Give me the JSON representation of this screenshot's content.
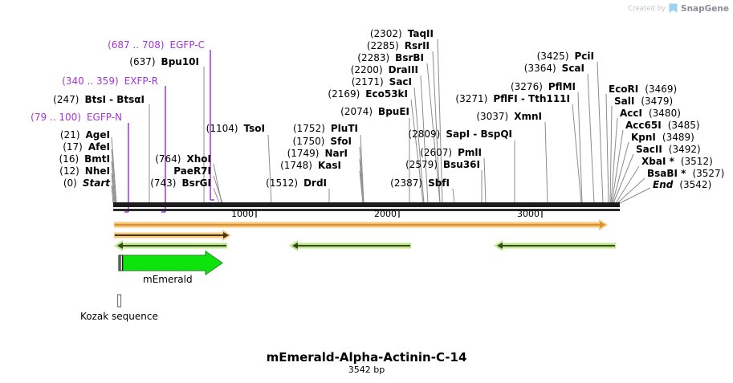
{
  "watermark": {
    "created_by": "Created by",
    "brand": "SnapGene"
  },
  "map": {
    "title": "mEmerald-Alpha-Actinin-C-14",
    "length_label": "3542 bp",
    "ruler_ticks": [
      "1000",
      "2000",
      "3000"
    ],
    "features": {
      "cds": "mEmerald",
      "kozak": "Kozak sequence"
    }
  },
  "colors": {
    "primer_purple": "#A335DB",
    "callout_gray": "#8c8c8c",
    "arrow_orange_light": "#F6C87E",
    "arrow_orange_core": "#DE8F2F",
    "arrow_brown_core": "#45351a",
    "arrow_green_light": "#BFE98C",
    "arrow_green_core": "#394a1f",
    "cds_green": "#0CE40C"
  },
  "sites": [
    {
      "pos": "(687 .. 708)",
      "name": "EGFP-C"
    },
    {
      "pos": "(637)",
      "name": "Bpu10I"
    },
    {
      "pos": "(340 .. 359)",
      "name": "EXFP-R"
    },
    {
      "pos": "(247)",
      "name": "BtsI - BtsαI"
    },
    {
      "pos": "(79 .. 100)",
      "name": "EGFP-N"
    },
    {
      "pos": "(21)",
      "name": "AgeI"
    },
    {
      "pos": "(17)",
      "name": "AfeI"
    },
    {
      "pos": "(16)",
      "name": "BmtI"
    },
    {
      "pos": "(12)",
      "name": "NheI"
    },
    {
      "pos": "(0)",
      "name": "Start"
    },
    {
      "pos": "(1104)",
      "name": "TsoI"
    },
    {
      "pos": "(764)",
      "name": "XhoI"
    },
    {
      "pos": "",
      "name": "PaeR7I"
    },
    {
      "pos": "(743)",
      "name": "BsrGI"
    },
    {
      "pos": "(1752)",
      "name": "PluTI"
    },
    {
      "pos": "(1750)",
      "name": "SfoI"
    },
    {
      "pos": "(1749)",
      "name": "NarI"
    },
    {
      "pos": "(1748)",
      "name": "KasI"
    },
    {
      "pos": "(1512)",
      "name": "DrdI"
    },
    {
      "pos": "(2302)",
      "name": "TaqII"
    },
    {
      "pos": "(2285)",
      "name": "RsrII"
    },
    {
      "pos": "(2283)",
      "name": "BsrBI"
    },
    {
      "pos": "(2200)",
      "name": "DraIII"
    },
    {
      "pos": "(2171)",
      "name": "SacI"
    },
    {
      "pos": "(2169)",
      "name": "Eco53kI"
    },
    {
      "pos": "(2074)",
      "name": "BpuEI"
    },
    {
      "pos": "(2809)",
      "name": "SapI - BspQI"
    },
    {
      "pos": "(2607)",
      "name": "PmlI"
    },
    {
      "pos": "(2579)",
      "name": "Bsu36I"
    },
    {
      "pos": "(2387)",
      "name": "SbfI"
    },
    {
      "pos": "(3037)",
      "name": "XmnI"
    },
    {
      "pos": "(3271)",
      "name": "PflFI - Tth111I"
    },
    {
      "pos": "(3276)",
      "name": "PflMI"
    },
    {
      "pos": "(3364)",
      "name": "ScaI"
    },
    {
      "pos": "(3425)",
      "name": "PciI"
    },
    {
      "pos": "(3469)",
      "name": "EcoRI"
    },
    {
      "pos": "(3479)",
      "name": "SalI"
    },
    {
      "pos": "(3480)",
      "name": "AccI"
    },
    {
      "pos": "(3485)",
      "name": "Acc65I"
    },
    {
      "pos": "(3489)",
      "name": "KpnI"
    },
    {
      "pos": "(3492)",
      "name": "SacII"
    },
    {
      "pos": "(3512)",
      "name": "XbaI *"
    },
    {
      "pos": "(3527)",
      "name": "BsaBI *"
    },
    {
      "pos": "(3542)",
      "name": "End"
    }
  ]
}
